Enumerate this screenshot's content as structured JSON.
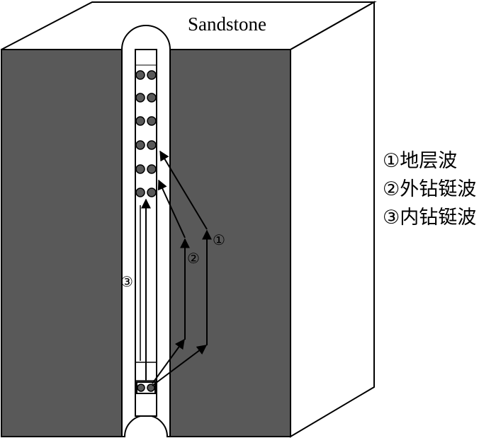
{
  "diagram": {
    "block_label": "Sandstone",
    "path_markers": {
      "p1": "①",
      "p2": "②",
      "p3": "③"
    },
    "legend": [
      {
        "marker": "①",
        "text": "地层波"
      },
      {
        "marker": "②",
        "text": "外钻铤波"
      },
      {
        "marker": "③",
        "text": "内钻铤波"
      }
    ],
    "colors": {
      "formation": "#595959",
      "outline": "#000000",
      "background": "#ffffff"
    }
  }
}
